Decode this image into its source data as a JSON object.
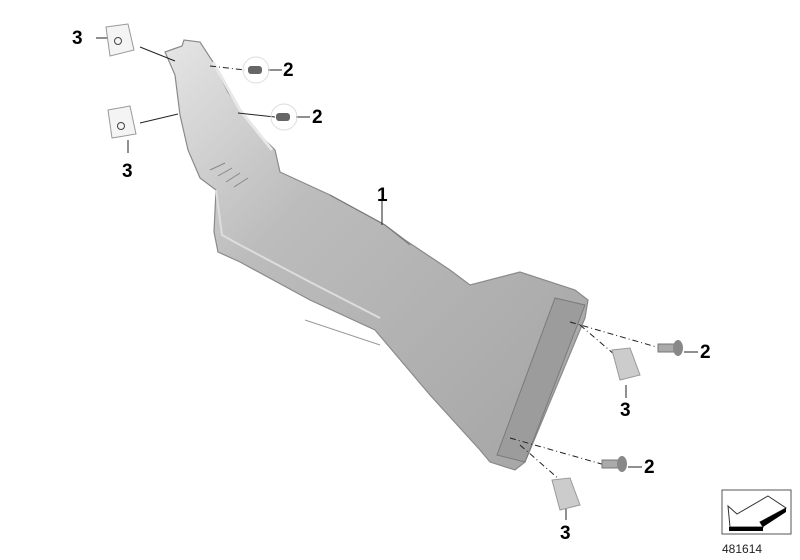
{
  "diagram": {
    "part_labels": {
      "main_part": "1",
      "screw": "2",
      "clip_nut": "3"
    },
    "catalog_number": "481614",
    "icons": {
      "corner": "arrow-pointer-icon"
    },
    "colors": {
      "part_fill": "#b4b4b4",
      "part_edge": "#8a8a8a",
      "flange": "#9c9c9c"
    }
  }
}
